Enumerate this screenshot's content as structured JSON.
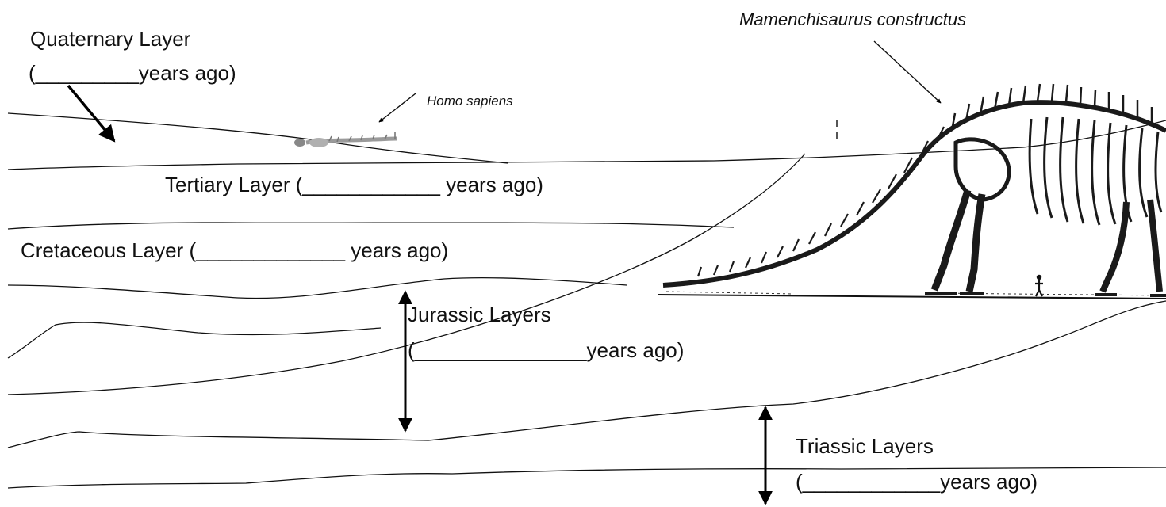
{
  "specimens": {
    "dinosaur": "Mamenchisaurus constructus",
    "human": "Homo sapiens"
  },
  "layers": {
    "quaternary": {
      "name": "Quaternary Layer",
      "blank": "(_________years ago)"
    },
    "tertiary": {
      "text": "Tertiary Layer (____________ years ago)"
    },
    "cretaceous": {
      "text": "Cretaceous Layer (_____________ years ago)"
    },
    "jurassic": {
      "name": "Jurassic Layers",
      "blank": "(_______________years ago)"
    },
    "triassic": {
      "name": "Triassic Layers",
      "blank": "(____________years ago)"
    }
  },
  "icons": {
    "dinosaur": "dinosaur-skeleton-icon",
    "human": "human-fossil-icon",
    "arrow": "double-arrow-icon"
  },
  "colors": {
    "ink": "#111111",
    "background": "#ffffff"
  }
}
